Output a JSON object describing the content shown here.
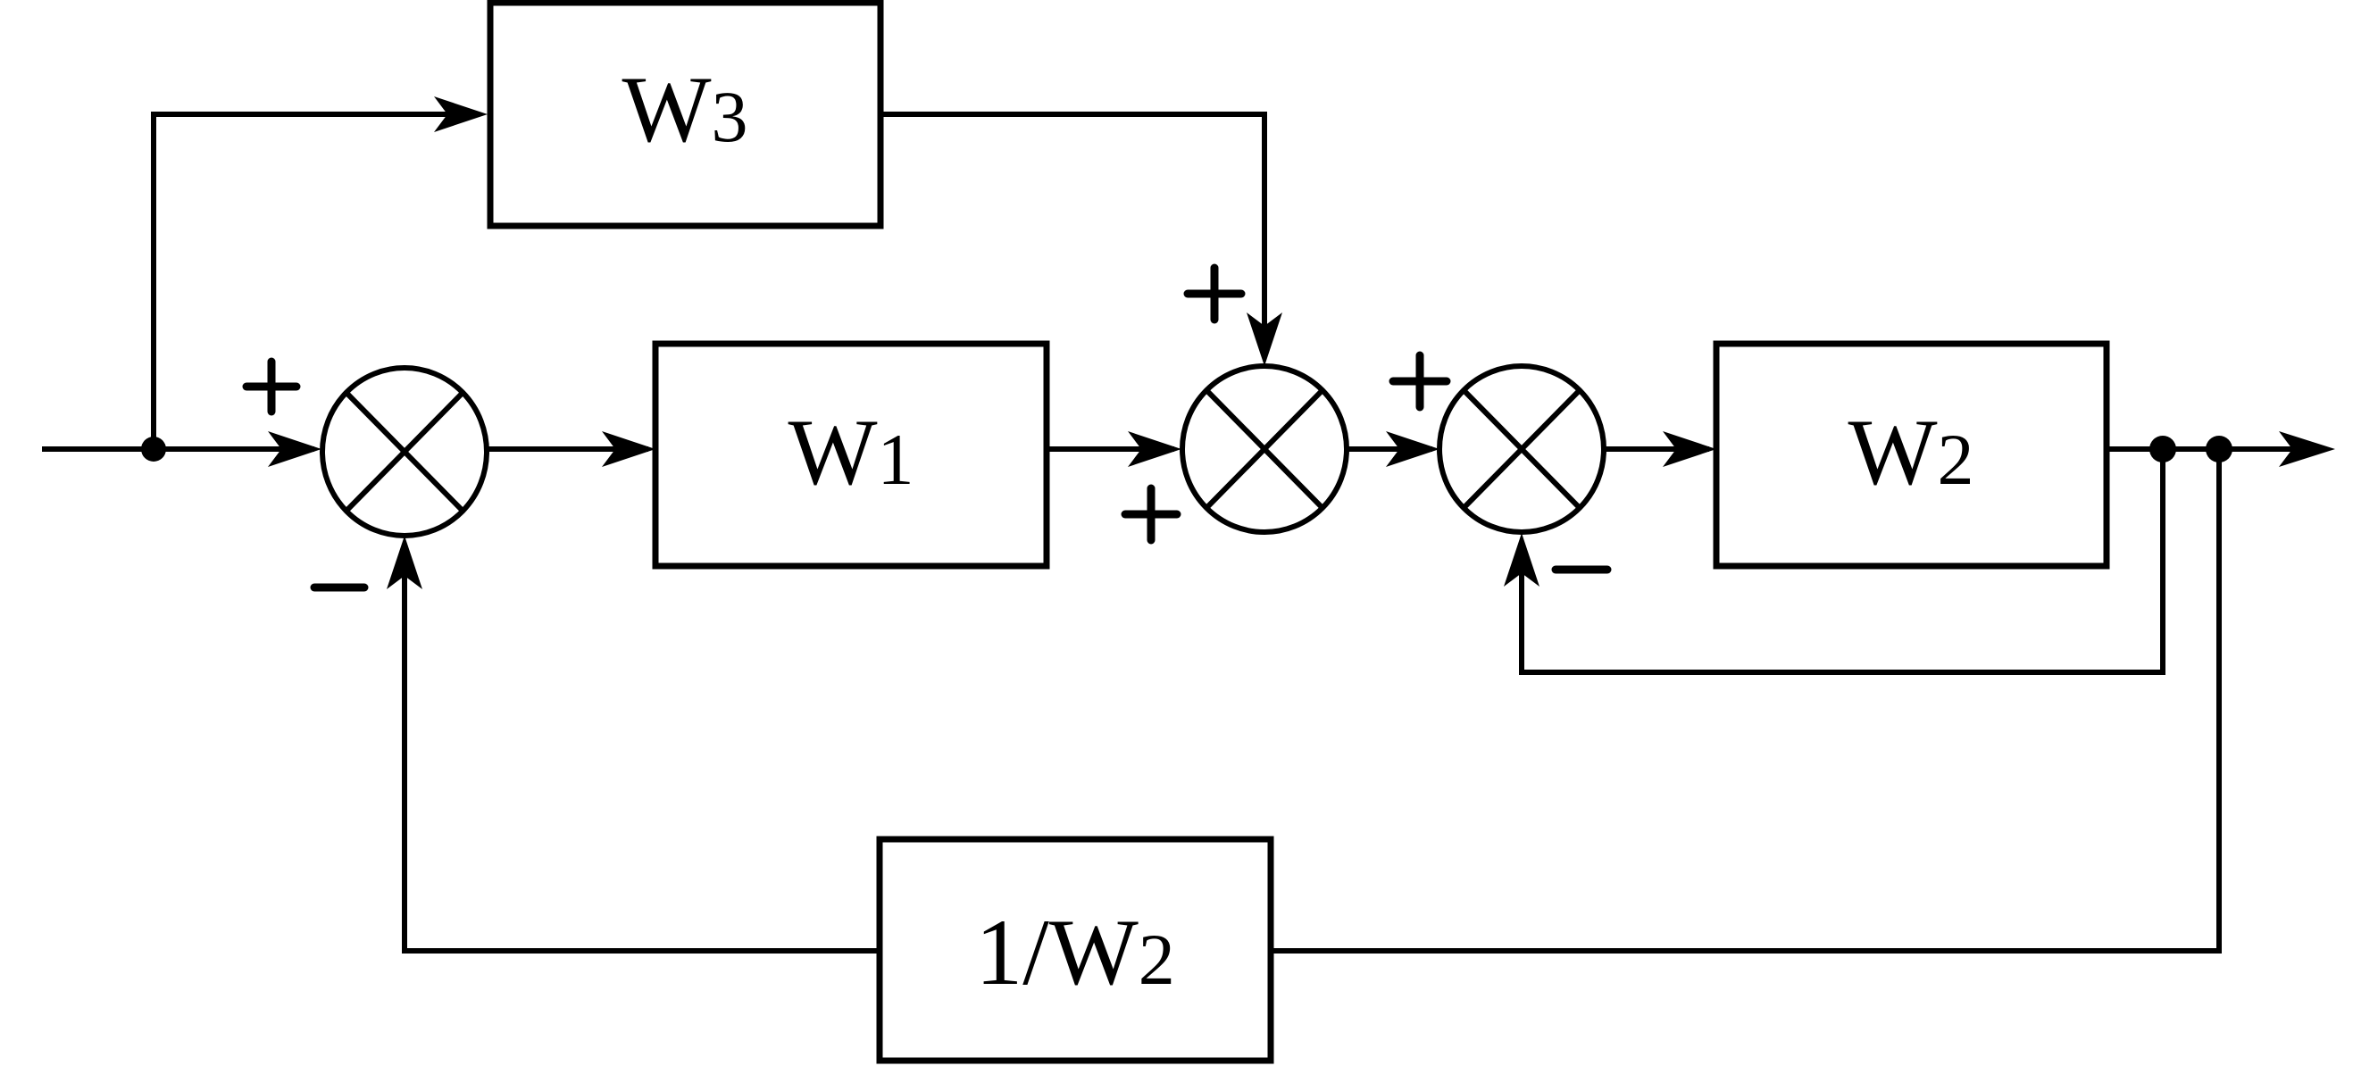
{
  "diagram": {
    "title": "",
    "type": "control-system block diagram",
    "blocks": [
      {
        "id": "W1",
        "label": "W",
        "subscript": "1",
        "text": "W1"
      },
      {
        "id": "W2",
        "label": "W",
        "subscript": "2",
        "text": "W2"
      },
      {
        "id": "W3",
        "label": "W",
        "subscript": "3",
        "text": "W3"
      },
      {
        "id": "invW2",
        "label": "1/W",
        "subscript": "2",
        "text": "1/W2"
      }
    ],
    "summing_junctions": [
      {
        "id": "S1",
        "inputs": [
          {
            "from": "input",
            "sign": "+"
          },
          {
            "from": "invW2",
            "sign": "-"
          }
        ]
      },
      {
        "id": "S2",
        "inputs": [
          {
            "from": "W1",
            "sign": "+"
          },
          {
            "from": "W3",
            "sign": "+"
          }
        ]
      },
      {
        "id": "S3",
        "inputs": [
          {
            "from": "S2",
            "sign": "+"
          },
          {
            "from": "W2",
            "sign": "-"
          }
        ]
      }
    ],
    "signs": {
      "s1_plus": "+",
      "s1_minus": "−",
      "s2_plus_top": "+",
      "s2_plus_left": "+",
      "s3_plus": "+",
      "s3_minus": "−"
    },
    "connections": [
      {
        "from": "input",
        "to": "S1",
        "via": "branch-point"
      },
      {
        "from": "branch-point",
        "to": "W3"
      },
      {
        "from": "S1",
        "to": "W1"
      },
      {
        "from": "W1",
        "to": "S2"
      },
      {
        "from": "W3",
        "to": "S2"
      },
      {
        "from": "S2",
        "to": "S3"
      },
      {
        "from": "S3",
        "to": "W2"
      },
      {
        "from": "W2",
        "to": "output"
      },
      {
        "from": "W2-output",
        "to": "S3",
        "type": "feedback"
      },
      {
        "from": "W2-output",
        "to": "invW2",
        "type": "feedback"
      },
      {
        "from": "invW2",
        "to": "S1",
        "type": "feedback"
      }
    ]
  }
}
